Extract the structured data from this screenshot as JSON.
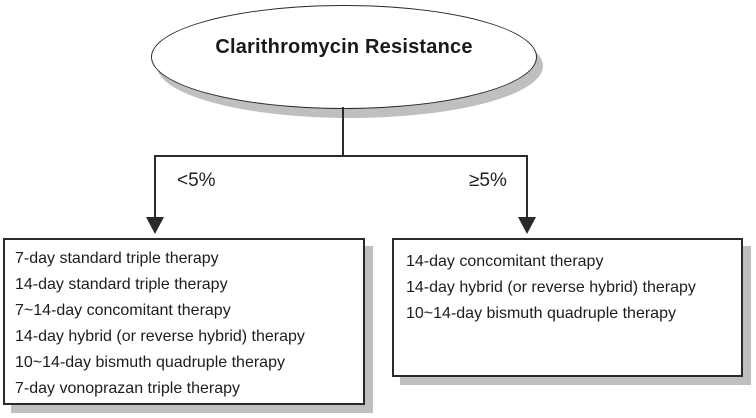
{
  "flowchart": {
    "root_label": "Clarithromycin Resistance",
    "branches": [
      {
        "condition": "<5%",
        "therapies": [
          "7-day standard triple therapy",
          "14-day standard triple therapy",
          "7~14-day concomitant therapy",
          "14-day hybrid (or reverse hybrid) therapy",
          "10~14-day bismuth quadruple therapy",
          "7-day vonoprazan triple therapy"
        ]
      },
      {
        "condition": "≥5%",
        "therapies": [
          "14-day concomitant therapy",
          "14-day hybrid (or reverse hybrid) therapy",
          "10~14-day bismuth quadruple therapy"
        ]
      }
    ],
    "colors": {
      "line": "#2a2a2a",
      "shadow": "#bfbfbf",
      "background": "#ffffff"
    }
  }
}
